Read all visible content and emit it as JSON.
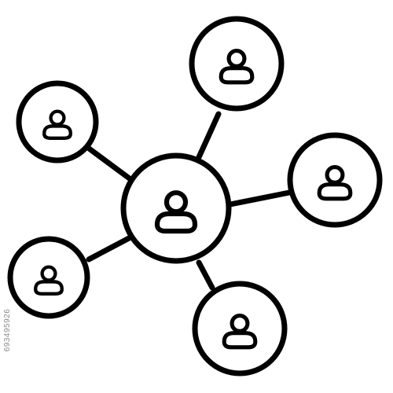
{
  "image": {
    "subject": "network-of-people",
    "icon": "people-network-icon",
    "hub_icon": "user-avatar-icon",
    "node_icon": "user-avatar-icon",
    "node_count": 6
  },
  "stock_id": "693495926",
  "colors": {
    "stroke": "#000000",
    "background": "#ffffff",
    "watermark_text": "#8a8a8a"
  }
}
